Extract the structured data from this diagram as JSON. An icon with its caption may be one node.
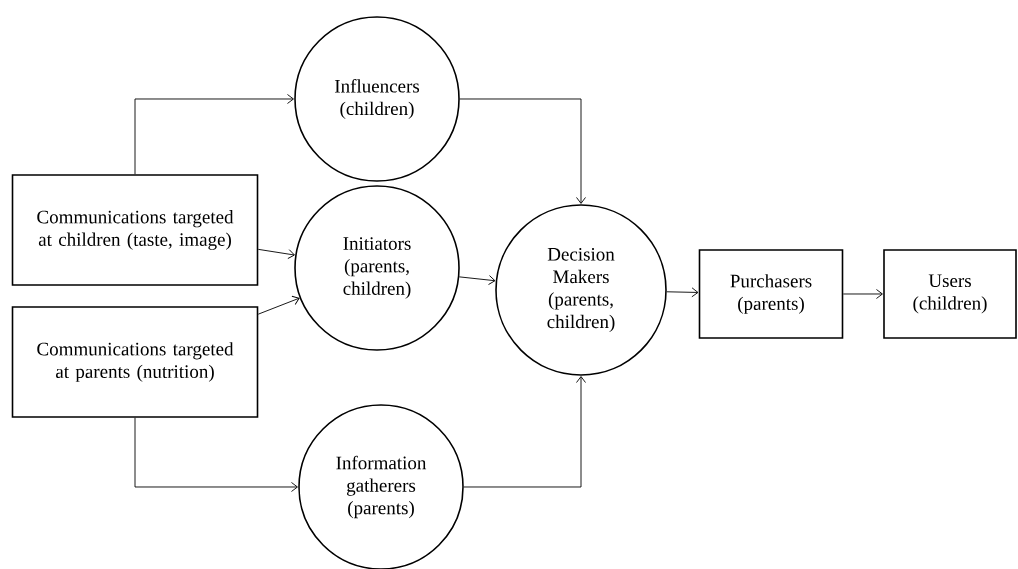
{
  "diagram": {
    "nodes": [
      {
        "text": [
          "Communications targeted at children (taste, image)"
        ]
      },
      {
        "text": [
          "Communications targeted at parents (nutrition)"
        ]
      },
      {
        "text": [
          "Influencers (children)"
        ]
      },
      {
        "text": [
          "Initiators (parents, children)"
        ]
      },
      {
        "text": [
          "Information gatherers (parents)"
        ]
      },
      {
        "text": [
          "Decision Makers (parents, children)"
        ]
      },
      {
        "text": [
          "Purchasers (parents)"
        ]
      },
      {
        "text": [
          "Users (children)"
        ]
      }
    ],
    "edges": [
      {
        "from": 0,
        "to": 2,
        "arrow": "to"
      },
      {
        "from": 0,
        "to": 3,
        "arrow": "to"
      },
      {
        "from": 1,
        "to": 3,
        "arrow": "to"
      },
      {
        "from": 1,
        "to": 4,
        "arrow": "to"
      },
      {
        "from": 2,
        "to": 5,
        "arrow": "to"
      },
      {
        "from": 3,
        "to": 5,
        "arrow": "to"
      },
      {
        "from": 4,
        "to": 5,
        "arrow": "to"
      },
      {
        "from": 5,
        "to": 6,
        "arrow": "to"
      },
      {
        "from": 6,
        "to": 7,
        "arrow": "to"
      }
    ]
  }
}
